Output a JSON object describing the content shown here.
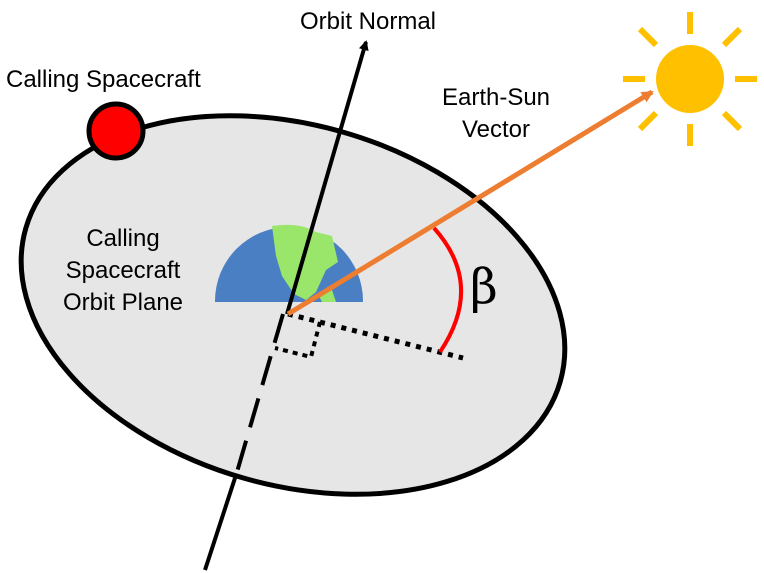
{
  "labels": {
    "orbit_normal": "Orbit Normal",
    "calling_spacecraft": "Calling Spacecraft",
    "earth_sun_line1": "Earth-Sun",
    "earth_sun_line2": "Vector",
    "plane_line1": "Calling",
    "plane_line2": "Spacecraft",
    "plane_line3": "Orbit Plane",
    "angle": "β"
  },
  "icons": {
    "sun": "sun-icon",
    "earth": "earth-icon",
    "spacecraft": "spacecraft-marker"
  },
  "colors": {
    "plane_fill": "#e6e6e6",
    "outline": "#000000",
    "spacecraft": "#ff0000",
    "sun": "#ffc000",
    "sun_vector": "#ed7d31",
    "earth_ocean": "#4a7fc4",
    "earth_land": "#99e66b",
    "angle_arc": "#ff0000"
  }
}
